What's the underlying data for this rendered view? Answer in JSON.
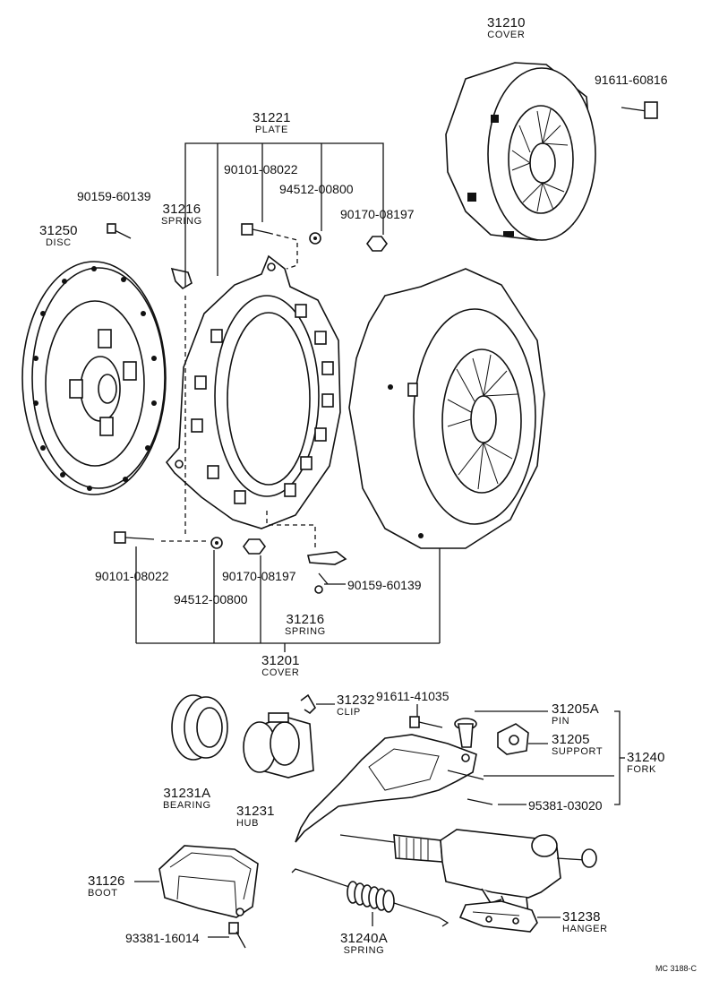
{
  "diagram": {
    "catalog_code": "MC 3188-C",
    "parts": [
      {
        "id": "cover_top",
        "number": "31210",
        "name": "COVER"
      },
      {
        "id": "bolt_top",
        "number": "91611-60816"
      },
      {
        "id": "plate",
        "number": "31221",
        "name": "PLATE"
      },
      {
        "id": "bolt_a",
        "number": "90101-08022"
      },
      {
        "id": "washer_a",
        "number": "94512-00800"
      },
      {
        "id": "screw_a",
        "number": "90159-60139"
      },
      {
        "id": "spring_a",
        "number": "31216",
        "name": "SPRING"
      },
      {
        "id": "nut_a",
        "number": "90170-08197"
      },
      {
        "id": "disc",
        "number": "31250",
        "name": "DISC"
      },
      {
        "id": "bolt_b",
        "number": "90101-08022"
      },
      {
        "id": "nut_b",
        "number": "90170-08197"
      },
      {
        "id": "washer_b",
        "number": "94512-00800"
      },
      {
        "id": "screw_b",
        "number": "90159-60139"
      },
      {
        "id": "spring_b",
        "number": "31216",
        "name": "SPRING"
      },
      {
        "id": "cover_main",
        "number": "31201",
        "name": "COVER"
      },
      {
        "id": "bolt_c",
        "number": "91611-41035"
      },
      {
        "id": "clip",
        "number": "31232",
        "name": "CLIP"
      },
      {
        "id": "pin",
        "number": "31205A",
        "name": "PIN"
      },
      {
        "id": "support",
        "number": "31205",
        "name": "SUPPORT"
      },
      {
        "id": "fork",
        "number": "31240",
        "name": "FORK"
      },
      {
        "id": "grease",
        "number": "95381-03020"
      },
      {
        "id": "bearing",
        "number": "31231A",
        "name": "BEARING"
      },
      {
        "id": "hub",
        "number": "31231",
        "name": "HUB"
      },
      {
        "id": "boot",
        "number": "31126",
        "name": "BOOT"
      },
      {
        "id": "spring_fork",
        "number": "31240A",
        "name": "SPRING"
      },
      {
        "id": "hanger",
        "number": "31238",
        "name": "HANGER"
      },
      {
        "id": "bolt_d",
        "number": "93381-16014"
      }
    ]
  }
}
